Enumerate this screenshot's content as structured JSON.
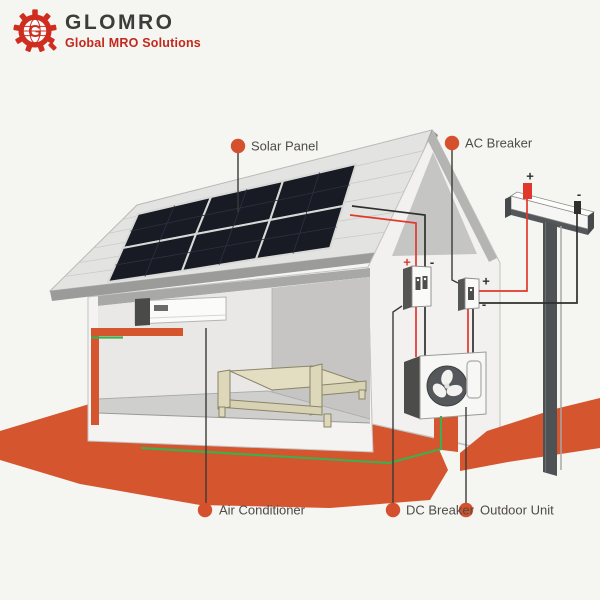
{
  "page": {
    "background": "#f5f5f2"
  },
  "logo": {
    "name": "GLOMRO",
    "monogram": "G",
    "tagline": "Global MRO Solutions",
    "brand_red": "#cf2d20",
    "name_color": "#3c3c3a"
  },
  "diagram": {
    "type": "solar-powered air conditioner system cutaway illustration",
    "labels": {
      "solar_panel": "Solar Panel",
      "ac_breaker": "AC Breaker",
      "air_conditioner": "Air Conditioner",
      "dc_breaker": "DC Breaker",
      "outdoor_unit": "Outdoor Unit"
    },
    "polarity": {
      "dc_plus": "+",
      "dc_minus": "-",
      "ac_plus": "+",
      "ac_minus": "-",
      "pole_plus": "+",
      "pole_minus": "-"
    },
    "marker_color": "#d5502c",
    "ground_color": "#d5552e",
    "wire_colors": {
      "live": "#e0392c",
      "neutral": "#2f2f2d",
      "earth": "#3fae4e"
    },
    "solar_array": {
      "rows": 2,
      "columns": 3,
      "panel_color": "#181a24"
    }
  }
}
